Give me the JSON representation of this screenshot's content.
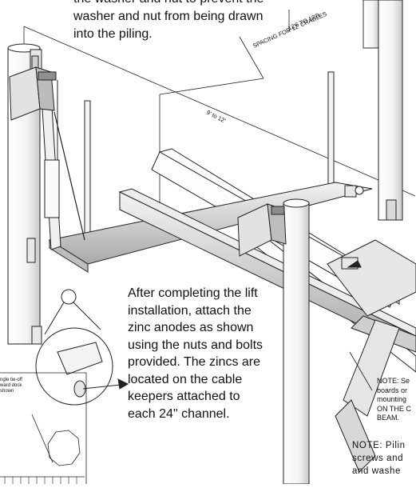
{
  "intro_text": {
    "lines": [
      "the washer and nut to prevent the",
      "washer and nut from being drawn",
      "into the piling."
    ]
  },
  "dimensions": {
    "cradle_spacing_value": "12'6 TO 12'8",
    "cradle_spacing_note": "SPACING FOR 12' CRADLES",
    "width_range": "9' to 12'"
  },
  "zinc_instructions": {
    "lines": [
      "After completing the lift",
      "installation, attach the",
      "zinc anodes as shown",
      "using the nuts and bolts",
      "provided.  The zincs are",
      "located on the cable",
      "keepers attached to",
      "each 24\" channel."
    ]
  },
  "note_boards": {
    "lines": [
      "NOTE: Se",
      "boards or",
      "mounting",
      "ON THE C",
      "BEAM."
    ]
  },
  "note_piling": {
    "lines": [
      "NOTE: Pilin",
      "screws and",
      "and washe"
    ]
  },
  "tieoff_inset": {
    "lines": [
      "ngle tie-off",
      "ward dock",
      "shown"
    ]
  }
}
